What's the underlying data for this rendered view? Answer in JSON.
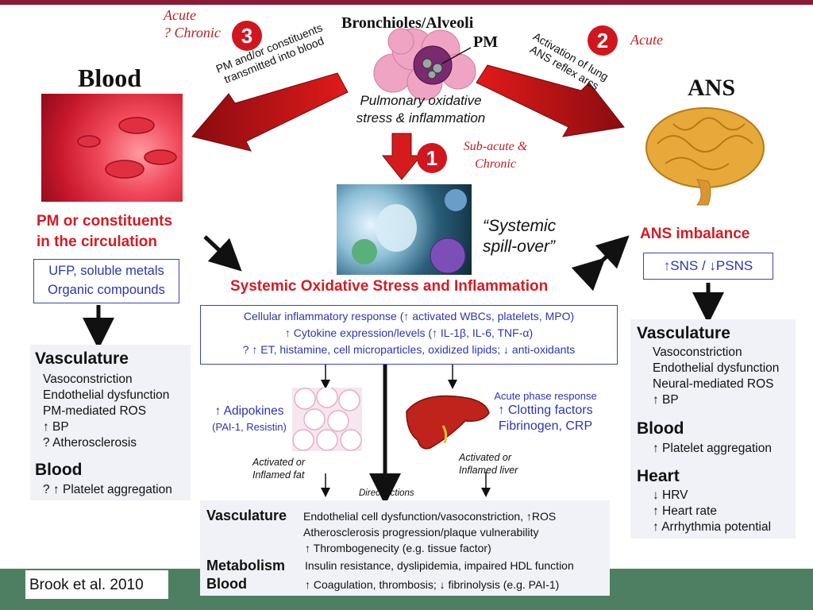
{
  "citation": "Brook et al. 2010",
  "top": {
    "organ_label": "Bronchioles/Alveoli",
    "pm_label": "PM",
    "pulmonary_line1": "Pulmonary oxidative",
    "pulmonary_line2": "stress & inflammation"
  },
  "path3": {
    "number": "3",
    "timing_line1": "Acute",
    "timing_line2": "? Chronic",
    "arrow_line1": "PM and/or constituents",
    "arrow_line2": "transmitted into blood"
  },
  "path2": {
    "number": "2",
    "timing": "Acute",
    "arrow_line1": "Activation of lung",
    "arrow_line2": "ANS reflex arcs"
  },
  "path1": {
    "number": "1",
    "timing_line1": "Sub-acute &",
    "timing_line2": "Chronic"
  },
  "blood_panel": {
    "title": "Blood",
    "heading_line1": "PM or constituents",
    "heading_line2": "in the circulation",
    "box_line1": "UFP, soluble metals",
    "box_line2": "Organic compounds"
  },
  "ans_panel": {
    "title": "ANS",
    "heading": "ANS imbalance",
    "box_text": "↑SNS / ↓PSNS"
  },
  "spillover": {
    "line1": "“Systemic",
    "line2": "spill-over”"
  },
  "systemic": {
    "title": "Systemic Oxidative Stress and Inflammation",
    "line1": "Cellular inflammatory response (↑ activated WBCs, platelets, MPO)",
    "line2": "↑ Cytokine expression/levels (↑ IL-1β, IL-6, TNF-α)",
    "line3": "? ↑ ET, histamine, cell microparticles, oxidized lipids; ↓ anti-oxidants"
  },
  "left_effects": {
    "vasc_title": "Vasculature",
    "vasc_items": [
      "Vasoconstriction",
      "Endothelial dysfunction",
      "PM-mediated ROS",
      "↑ BP",
      "? Atherosclerosis"
    ],
    "blood_title": "Blood",
    "blood_items": [
      "? ↑ Platelet aggregation"
    ]
  },
  "right_effects": {
    "vasc_title": "Vasculature",
    "vasc_items": [
      "Vasoconstriction",
      "Endothelial dysfunction",
      "Neural-mediated ROS",
      "↑ BP"
    ],
    "blood_title": "Blood",
    "blood_items": [
      "↑ Platelet aggregation"
    ],
    "heart_title": "Heart",
    "heart_items": [
      "↓ HRV",
      "↑ Heart rate",
      "↑ Arrhythmia potential"
    ]
  },
  "fat": {
    "line1": "↑ Adipokines",
    "line2": "(PAI-1, Resistin)",
    "caption_line1": "Activated or",
    "caption_line2": "Inflamed fat"
  },
  "liver": {
    "line1": "Acute phase response",
    "line2": "↑ Clotting factors",
    "line3": "Fibrinogen, CRP",
    "caption_line1": "Activated or",
    "caption_line2": "Inflamed liver"
  },
  "direct_actions": "Direct actions",
  "bottom": {
    "vasc_label": "Vasculature",
    "vasc_line1": "Endothelial cell dysfunction/vasoconstriction, ↑ROS",
    "vasc_line2": "Atherosclerosis progression/plaque vulnerability",
    "vasc_line3": "↑ Thrombogenecity (e.g. tissue factor)",
    "metab_label": "Metabolism",
    "metab_line": "Insulin resistance, dyslipidemia, impaired HDL function",
    "blood_label": "Blood",
    "blood_line": "↑ Coagulation, thrombosis; ↓ fibrinolysis (e.g. PAI-1)"
  },
  "colors": {
    "accent_red": "#d41c24",
    "box_blue": "#3a45b5",
    "frame_green": "#4f7f62",
    "frame_maroon": "#8b1a35"
  }
}
